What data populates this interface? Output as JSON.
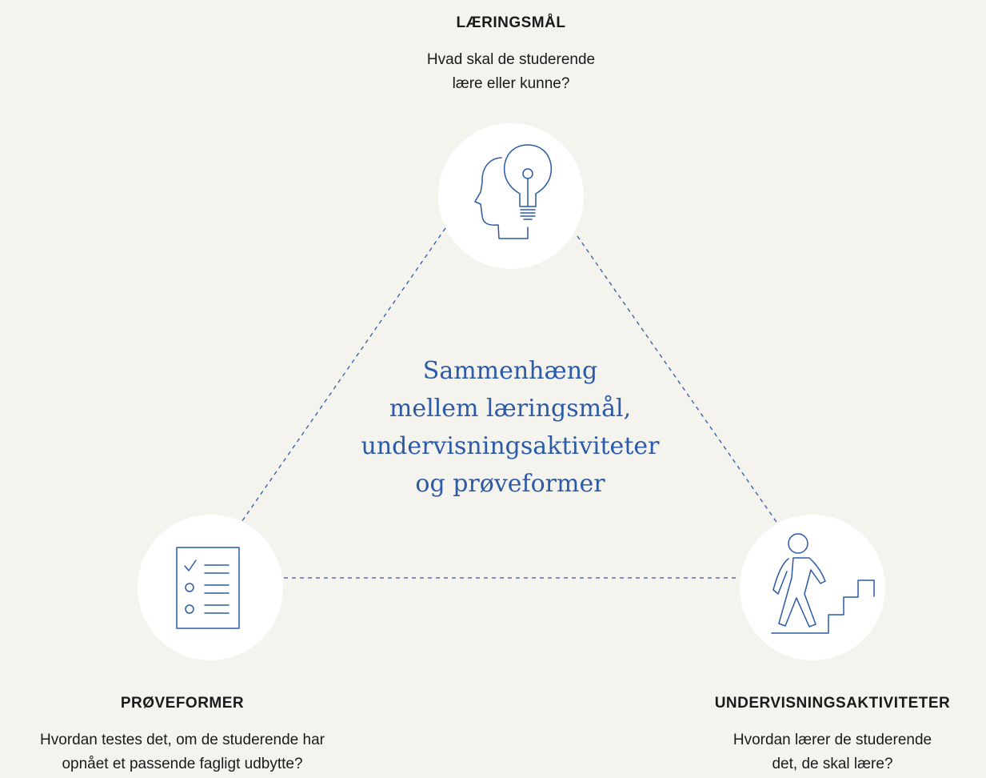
{
  "colors": {
    "background": "#f5f3ee",
    "circle": "#ffffff",
    "accent_blue": "#2a5aa8",
    "text": "#1a1a1a"
  },
  "center": {
    "lines": [
      "Sammenhæng",
      "mellem læringsmål,",
      "undervisningsaktiviteter",
      "og prøveformer"
    ]
  },
  "nodes": {
    "top": {
      "title": "LÆRINGSMÅL",
      "desc_lines": [
        "Hvad skal de studerende",
        "lære eller kunne?"
      ],
      "icon": "head-lightbulb-icon"
    },
    "left": {
      "title": "PRØVEFORMER",
      "desc_lines": [
        "Hvordan testes det, om de studerende har",
        "opnået et passende fagligt udbytte?"
      ],
      "icon": "checklist-icon"
    },
    "right": {
      "title": "UNDERVISNINGSAKTIVITETER",
      "desc_lines": [
        "Hvordan lærer de studerende",
        "det, de skal lære?"
      ],
      "icon": "person-climbing-stairs-icon"
    }
  }
}
